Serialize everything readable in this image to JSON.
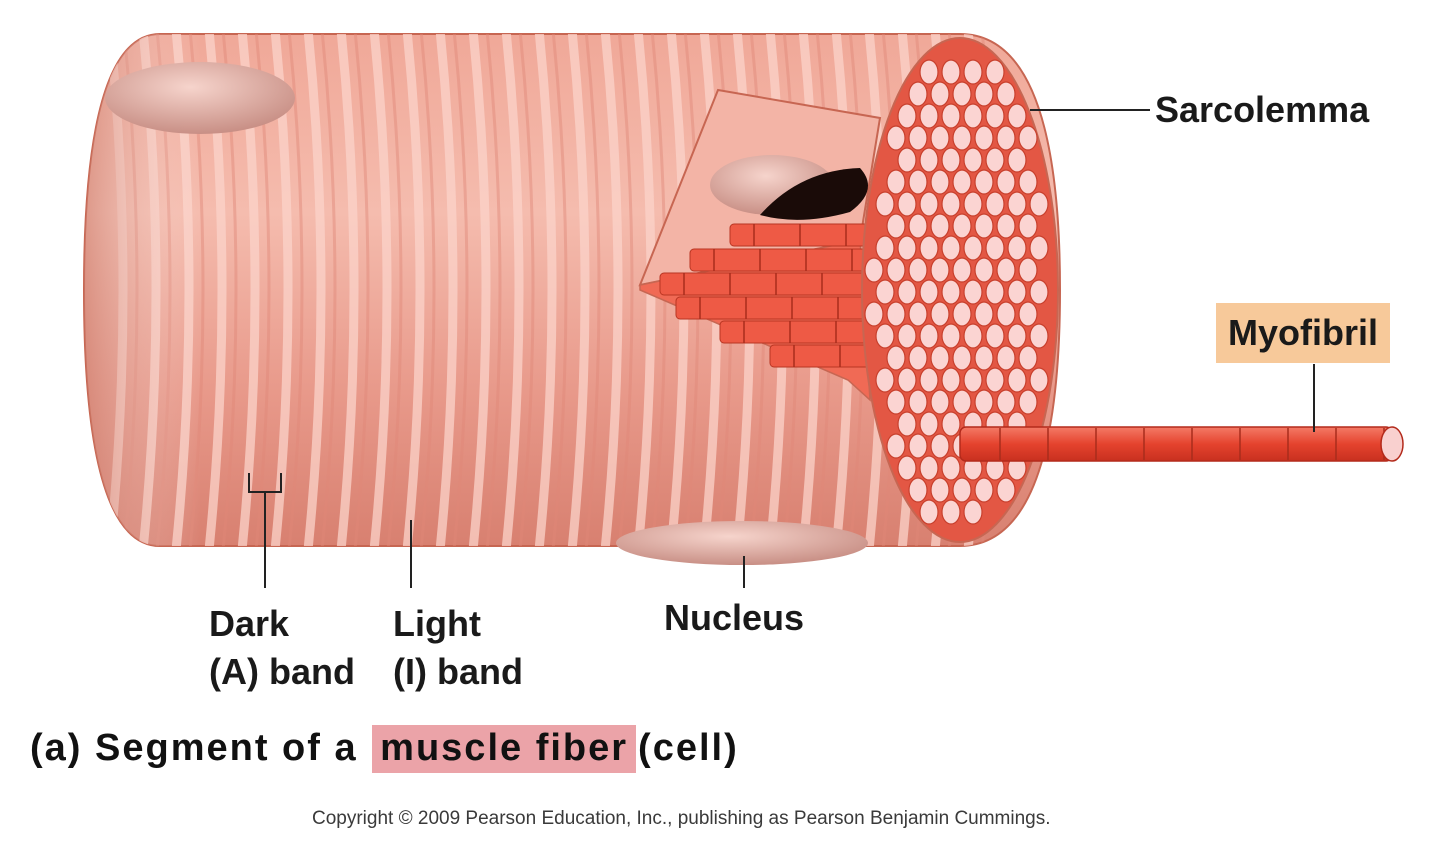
{
  "labels": {
    "sarcolemma": "Sarcolemma",
    "myofibril": "Myofibril",
    "dark_band_line1": "Dark",
    "dark_band_line2": "(A) band",
    "light_band_line1": "Light",
    "light_band_line2": "(I) band",
    "nucleus": "Nucleus"
  },
  "caption": {
    "prefix": "(a) Segment of a",
    "highlight": "muscle fiber",
    "suffix": "(cell)"
  },
  "copyright": "Copyright © 2009 Pearson Education, Inc., publishing as Pearson Benjamin Cummings.",
  "colors": {
    "fiber": "#ec9f8e",
    "fiber_band_light": "#f6c2b6",
    "myofibril": "#ee5a45",
    "myofibril_end": "#f9d0cf",
    "label_highlight_myofibril": "#f7c99a",
    "label_highlight_caption": "#eba3a8"
  }
}
